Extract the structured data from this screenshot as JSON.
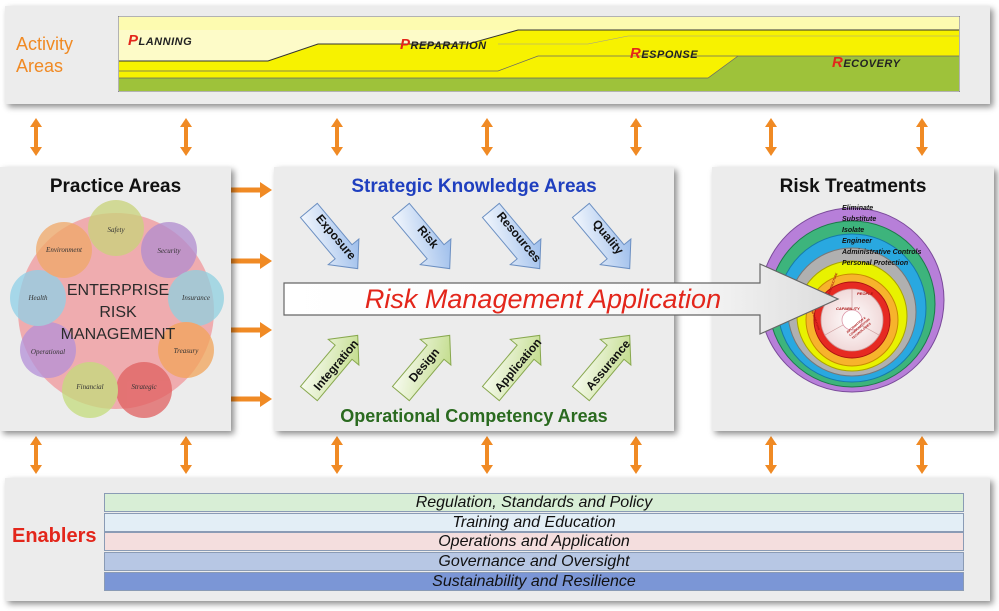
{
  "activity": {
    "label_line1": "Activity",
    "label_line2": "Areas",
    "phases": [
      {
        "cap": "P",
        "rest": "LANNING"
      },
      {
        "cap": "P",
        "rest": "REPARATION"
      },
      {
        "cap": "R",
        "rest": "ESPONSE"
      },
      {
        "cap": "R",
        "rest": "ECOVERY"
      }
    ]
  },
  "practice": {
    "title": "Practice Areas",
    "center_line1": "ENTERPRISE",
    "center_line2": "RISK",
    "center_line3": "MANAGEMENT",
    "petals": [
      "Safety",
      "Security",
      "Insurance",
      "Treasury",
      "Strategic",
      "Financial",
      "Operational",
      "Health",
      "Environment"
    ]
  },
  "strategic": {
    "title": "Strategic Knowledge Areas",
    "knowledge": [
      "Exposure",
      "Risk",
      "Resources",
      "Quality"
    ],
    "banner": "Risk Management Application",
    "competency": [
      "Integration",
      "Design",
      "Application",
      "Assurance"
    ],
    "bottom_title": "Operational Competency Areas"
  },
  "treatments": {
    "title": "Risk Treatments",
    "rings": [
      "Eliminate",
      "Substitute",
      "Isolate",
      "Engineer",
      "Administrative Controls",
      "Personal Protection"
    ],
    "core": {
      "people": "PEOPLE",
      "capability": "CAPABILITY",
      "info": "INFORMATION",
      "infra": "INFRASTRUCTURE",
      "ict": "INFORMATION & COMMUNICATION TECHNOLOGIES"
    }
  },
  "enablers": {
    "label": "Enablers",
    "rows": [
      "Regulation, Standards and Policy",
      "Training and Education",
      "Operations and Application",
      "Governance and Oversight",
      "Sustainability and Resilience"
    ]
  },
  "colors": {
    "orange": "#f08a24",
    "red": "#e3261b",
    "blue_title": "#1f3fbf",
    "green_title": "#2a6a1f"
  }
}
